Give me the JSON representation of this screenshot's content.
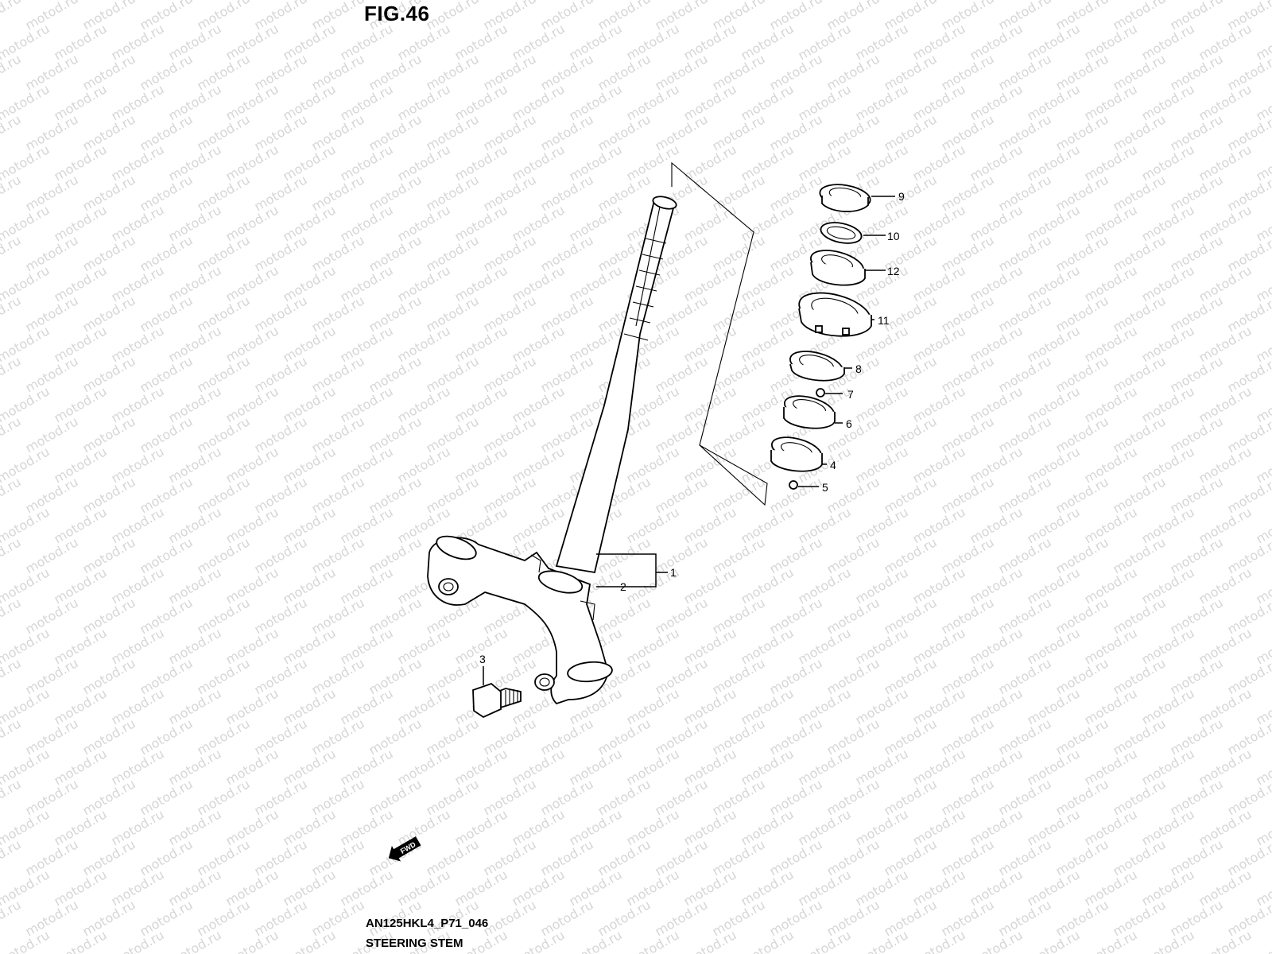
{
  "figure": {
    "title": "FIG.46",
    "code": "AN125HKL4_P71_046",
    "name": "STEERING STEM"
  },
  "watermark": {
    "text": "motod.ru",
    "color": "#d6d6d6"
  },
  "parts": [
    "1",
    "2",
    "3",
    "4",
    "5",
    "6",
    "7",
    "8",
    "9",
    "10",
    "11",
    "12"
  ],
  "badge": {
    "text": "FWD"
  }
}
